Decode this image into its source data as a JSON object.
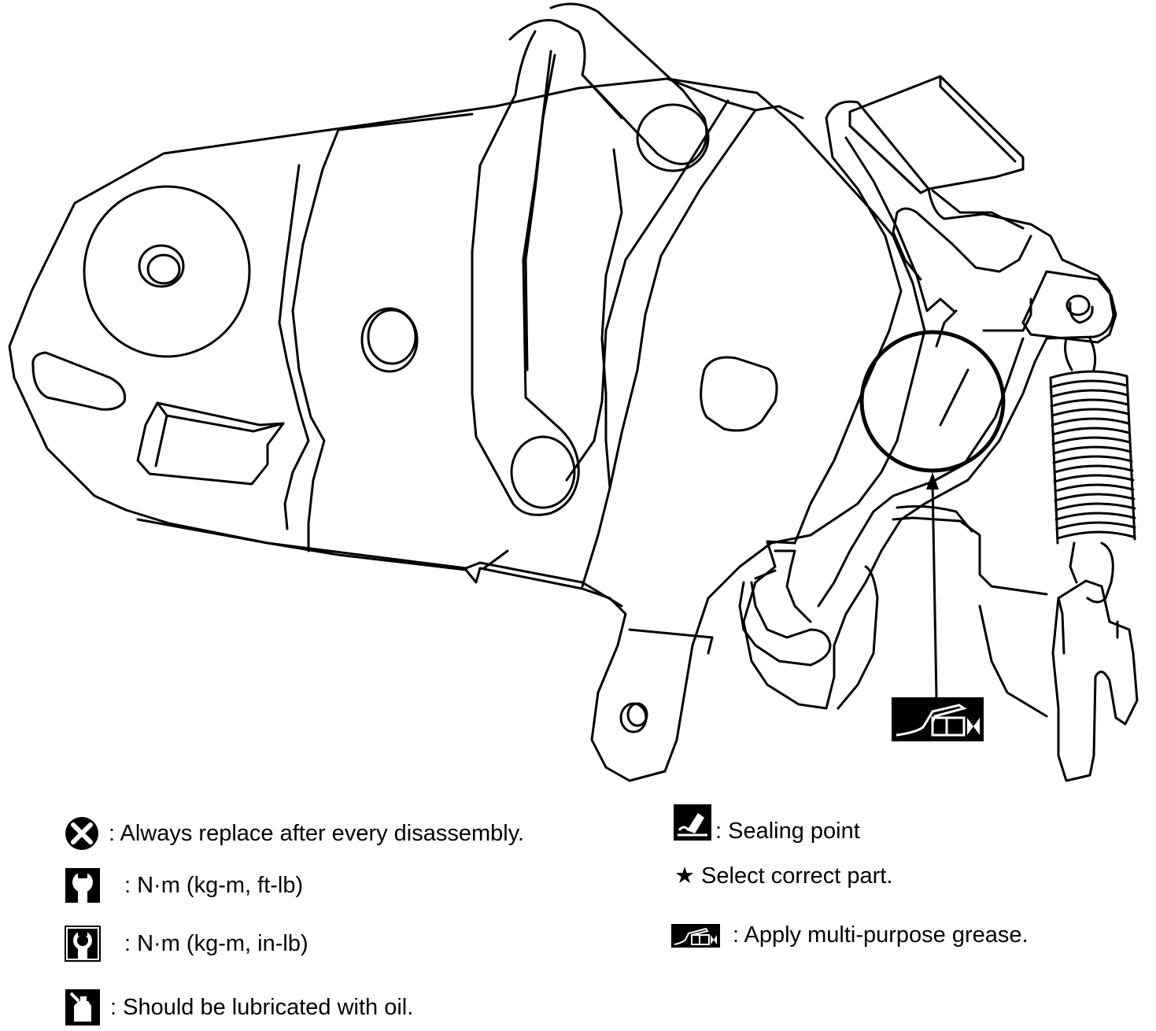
{
  "colors": {
    "ink": "#000000",
    "paper": "#ffffff"
  },
  "diagram": {
    "callout_icon": "multi-purpose-grease-icon"
  },
  "legend": {
    "items": [
      {
        "icon": "always-replace-icon",
        "text": ": Always replace after every disassembly."
      },
      {
        "icon": "torque-ft-lb-icon",
        "text": ": N·m (kg-m, ft-lb)"
      },
      {
        "icon": "torque-in-lb-icon",
        "text": ": N·m (kg-m, in-lb)"
      },
      {
        "icon": "lubricate-oil-icon",
        "text": ": Should be lubricated with oil."
      },
      {
        "icon": "sealing-point-icon",
        "text": ": Sealing point"
      },
      {
        "icon": "star-icon",
        "text": "★ Select correct part."
      },
      {
        "icon": "multi-purpose-grease-icon",
        "text": ": Apply multi-purpose grease."
      }
    ]
  }
}
